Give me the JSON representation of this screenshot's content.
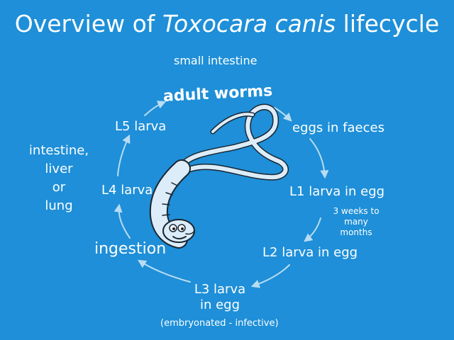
{
  "title": {
    "prefix": "Overview of ",
    "species": "Toxocara canis",
    "suffix": " lifecycle"
  },
  "location_top": "small intestine",
  "location_left": [
    "intestine,",
    "liver",
    "or",
    "lung"
  ],
  "stages": {
    "adult": "adult worms",
    "eggs": "eggs in faeces",
    "l1": "L1 larva in egg",
    "duration": [
      "3 weeks to",
      "many",
      "months"
    ],
    "l2": "L2 larva in egg",
    "l3": [
      "L3 larva",
      "in egg"
    ],
    "l3_note": "(embryonated - infective)",
    "ingestion": "ingestion",
    "l4": "L4 larva",
    "l5": "L5 larva"
  },
  "colors": {
    "background": "#1e8fd8",
    "text": "#ffffff",
    "arrow": "#b9dcf3",
    "worm": "#dcecf8"
  },
  "icons": {
    "worm": "worm-illustration",
    "arrow": "cycle-arrow"
  }
}
